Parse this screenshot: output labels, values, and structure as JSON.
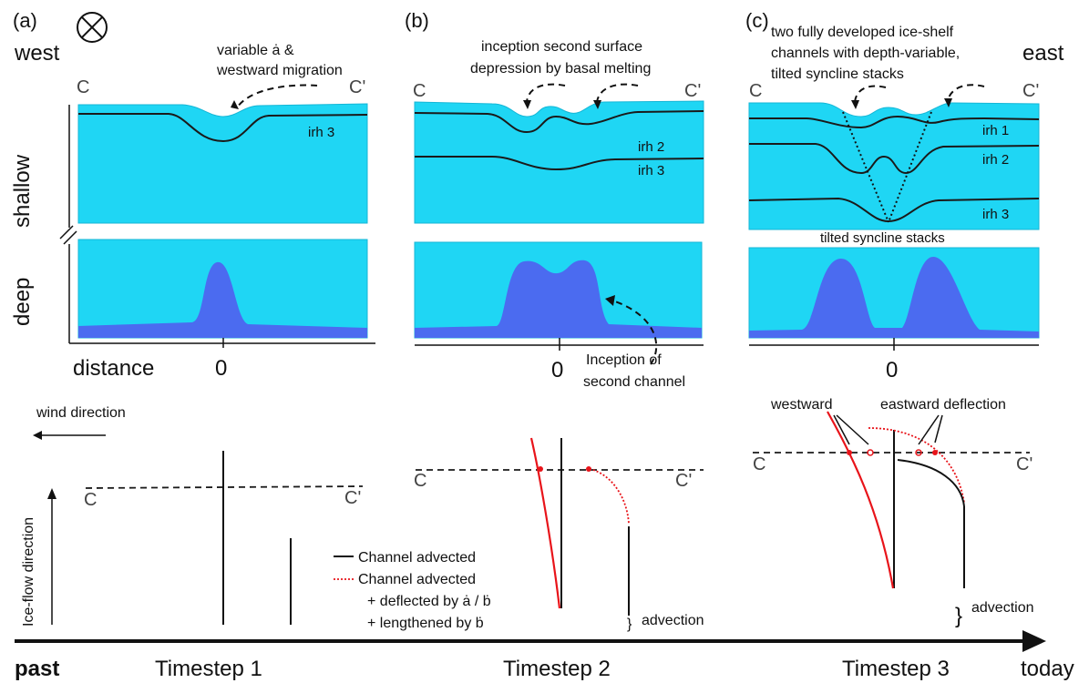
{
  "panels": {
    "a": {
      "label": "(a)"
    },
    "b": {
      "label": "(b)"
    },
    "c": {
      "label": "(c)"
    }
  },
  "directions": {
    "west": "west",
    "east": "east",
    "into_page_icon": "circled-cross-icon"
  },
  "axes": {
    "shallow": "shallow",
    "deep": "deep",
    "distance": "distance",
    "zero": "0"
  },
  "section": {
    "start": "C",
    "end": "C'"
  },
  "annotations": {
    "a_line1": "variable ȧ  &",
    "a_line2": "westward migration",
    "b_line1": "inception second surface",
    "b_line2": "depression by basal melting",
    "b_second_line1": "Inception of",
    "b_second_line2": "second channel",
    "c_line1": "two fully developed ice-shelf",
    "c_line2": "channels with depth-variable,",
    "c_line3": "tilted syncline stacks",
    "tilted": "tilted syncline stacks"
  },
  "horizons": {
    "irh1": "irh 1",
    "irh2": "irh 2",
    "irh3": "irh 3"
  },
  "lower": {
    "wind": "wind direction",
    "ice_flow": "Ice-flow direction",
    "westward": "westward",
    "eastward": "eastward deflection",
    "advection": "advection"
  },
  "legend": {
    "solid": "Channel advected",
    "dotted": "Channel advected",
    "dotted_sub1": "+ deflected by ȧ / ḃ",
    "dotted_sub2": "+ lengthened by ḃ"
  },
  "timeline": {
    "past": "past",
    "today": "today",
    "steps": [
      "Timestep 1",
      "Timestep 2",
      "Timestep 3"
    ]
  },
  "colors": {
    "ice": "#1fd6f4",
    "channel": "#4b6bf0",
    "deflected": "#e8141a"
  }
}
